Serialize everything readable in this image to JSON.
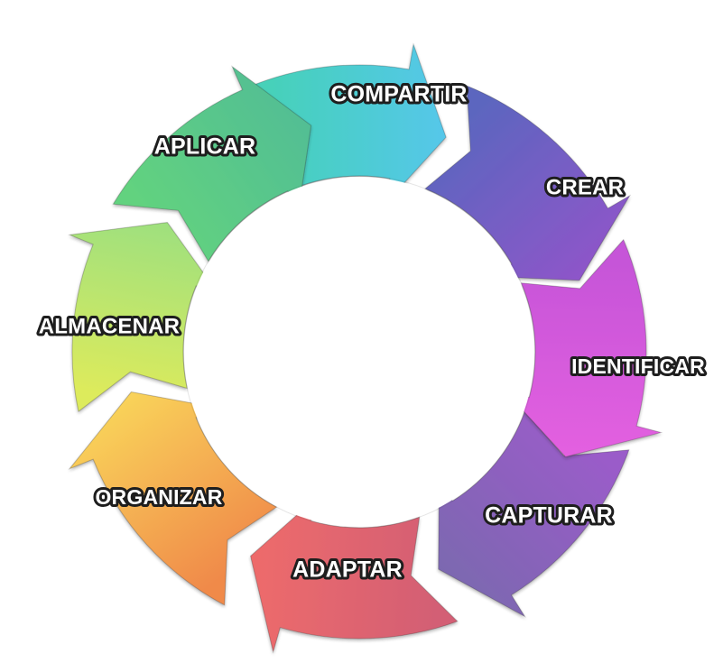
{
  "diagram": {
    "type": "cycle",
    "steps": [
      {
        "label": "COMPARTIR",
        "color_start": "#5C66BF",
        "color_end": "#8E56C9",
        "text_color": "#FFFFFF"
      },
      {
        "label": "CREAR",
        "color_start": "#C655D8",
        "color_end": "#E460E0",
        "text_color": "#FFFFFF"
      },
      {
        "label": "IDENTIFICAR",
        "color_start": "#9A5CC9",
        "color_end": "#7C68B0",
        "text_color": "#FFFFFF"
      },
      {
        "label": "CAPTURAR",
        "color_start": "#D35F74",
        "color_end": "#EE6B6B",
        "text_color": "#FFFFFF"
      },
      {
        "label": "ADAPTAR",
        "color_start": "#F08A4A",
        "color_end": "#F9D35A",
        "text_color": "#FFFFFF"
      },
      {
        "label": "ORGANIZAR",
        "color_start": "#DDEB5C",
        "color_end": "#9EE07E",
        "text_color": "#FFFFFF"
      },
      {
        "label": "ALMACENAR",
        "color_start": "#62D27F",
        "color_end": "#52BE94",
        "text_color": "#FFFFFF"
      },
      {
        "label": "APLICAR",
        "color_start": "#46D1B9",
        "color_end": "#55C7EA",
        "text_color": "#FFFFFF"
      }
    ]
  }
}
